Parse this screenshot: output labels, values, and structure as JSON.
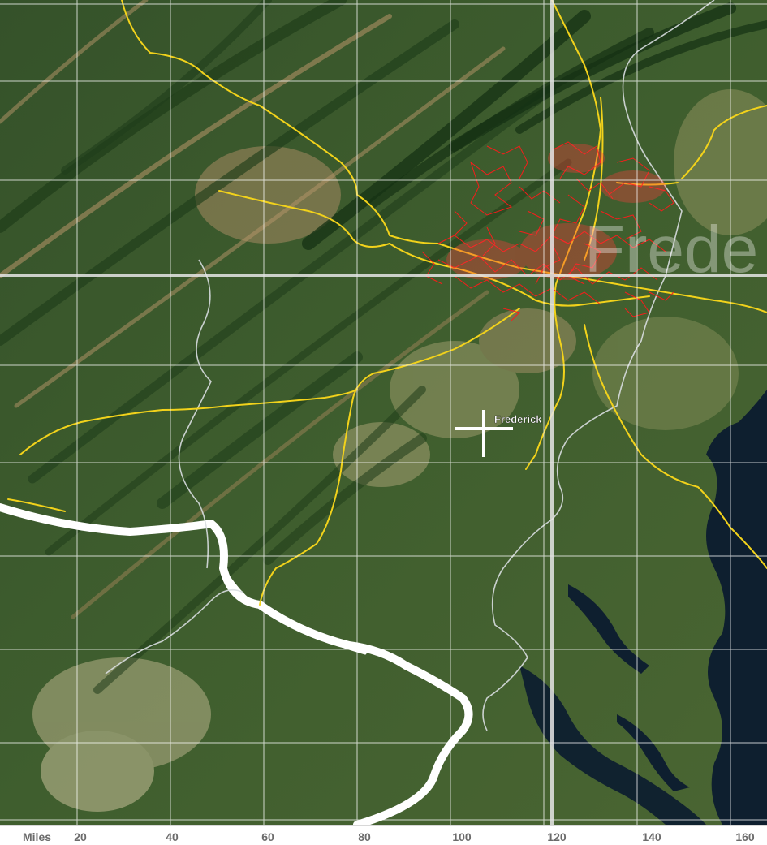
{
  "map": {
    "city_label": "Frederick",
    "watermark_text": "Frede",
    "colors": {
      "land_base": "#3a5a2c",
      "ridge_dark": "#1f3d1a",
      "ridge_light": "#b8956a",
      "field_light": "#c9b58a",
      "water": "#0e1f2f",
      "highway": "#f2d21b",
      "urban_roads": "#ff1a1a",
      "river_outline": "#ffffff",
      "grid": "#ffffff",
      "marker": "#ffffff"
    }
  },
  "scale_bar": {
    "units_label": "Miles",
    "ticks": [
      "20",
      "40",
      "60",
      "80",
      "100",
      "120",
      "140",
      "160"
    ]
  }
}
